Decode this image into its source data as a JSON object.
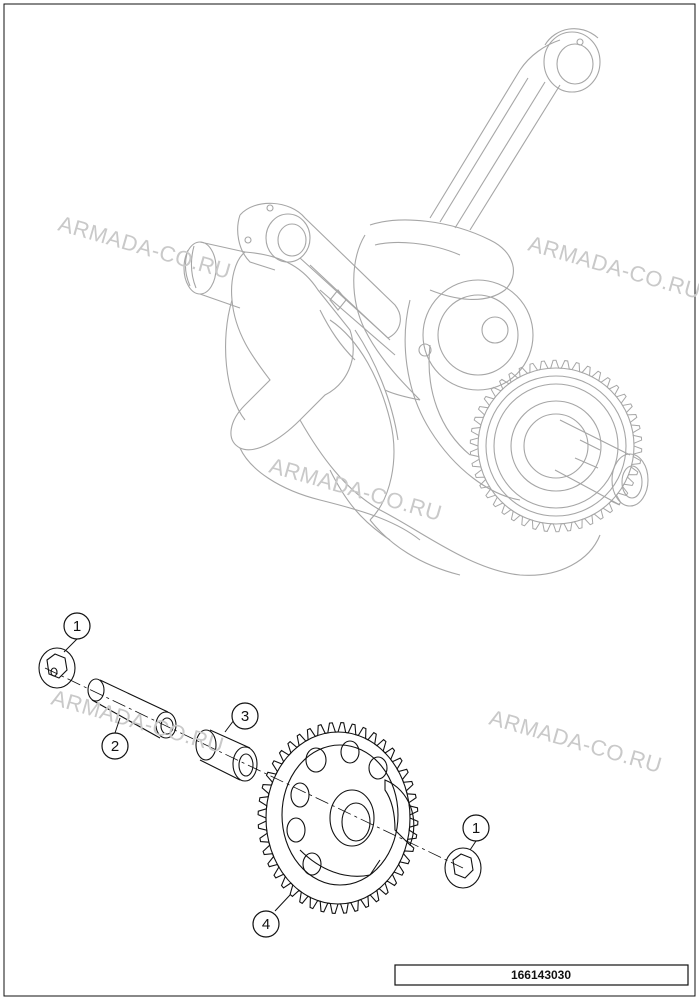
{
  "diagram_code": "166143030",
  "callouts": [
    {
      "number": "1"
    },
    {
      "number": "2"
    },
    {
      "number": "3"
    },
    {
      "number": "1"
    },
    {
      "number": "4"
    }
  ],
  "watermarks": [
    {
      "text": "ARMADA-CO.RU"
    },
    {
      "text": "ARMADA-CO.RU"
    },
    {
      "text": "ARMADA-CO.RU"
    },
    {
      "text": "ARMADA-CO.RU"
    },
    {
      "text": "ARMADA-CO.RU"
    }
  ],
  "colors": {
    "line": "#111111",
    "ghost_line": "#a6a6a6",
    "watermark": "#c9c9c9"
  }
}
